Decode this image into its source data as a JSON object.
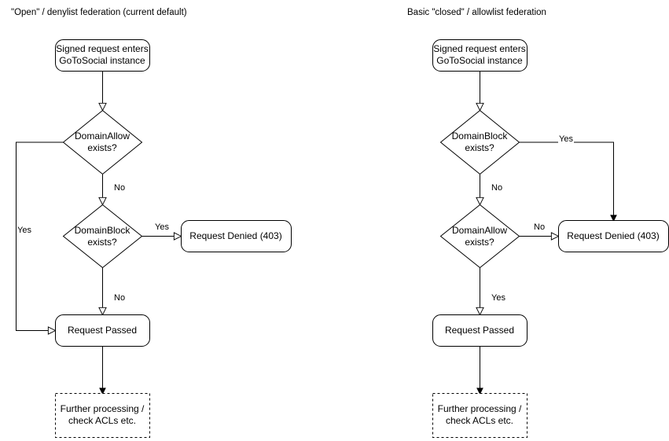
{
  "diagrams": [
    {
      "id": "open-denylist",
      "title": "\"Open\" / denylist federation (current default)",
      "nodes": {
        "start": "Signed request enters\nGoToSocial instance",
        "decision1": "DomainAllow\nexists?",
        "decision2": "DomainBlock\nexists?",
        "denied": "Request Denied (403)",
        "passed": "Request Passed",
        "further": "Further processing /\ncheck ACLs etc."
      },
      "edge_labels": {
        "allow_yes": "Yes",
        "allow_no": "No",
        "block_yes": "Yes",
        "block_no": "No"
      }
    },
    {
      "id": "closed-allowlist",
      "title": "Basic \"closed\" / allowlist federation",
      "nodes": {
        "start": "Signed request enters\nGoToSocial instance",
        "decision1": "DomainBlock\nexists?",
        "decision2": "DomainAllow\nexists?",
        "denied": "Request Denied (403)",
        "passed": "Request Passed",
        "further": "Further processing /\ncheck ACLs etc."
      },
      "edge_labels": {
        "block_yes": "Yes",
        "block_no": "No",
        "allow_no": "No",
        "allow_yes": "Yes"
      }
    }
  ],
  "style": {
    "stroke": "#000000",
    "fill": "#ffffff",
    "background": "#ffffff"
  }
}
